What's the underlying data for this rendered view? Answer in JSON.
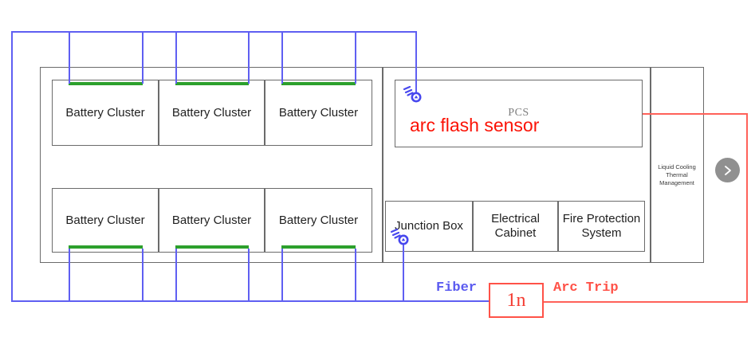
{
  "diagram": {
    "labels": {
      "battery_cluster": "Battery Cluster",
      "pcs": "PCS",
      "arc_flash_sensor": "arc flash sensor",
      "junction_box": "Junction Box",
      "electrical_cabinet": "Electrical Cabinet",
      "fire_protection_system": "Fire Protection System",
      "liquid_cooling": "Liquid Cooling Thermal Management",
      "fiber": "Fiber",
      "arc_trip": "Arc Trip",
      "relay": "1n"
    },
    "icons": {
      "arc_sensor": "arc-flash-sensor-icon",
      "chevron_right": "chevron-right-icon"
    },
    "colors": {
      "wire_blue": "#5f5ff2",
      "wire_red": "#ff6159",
      "busbar_green": "#2ca02c",
      "structure_gray": "#6b6b6b",
      "annotation_red": "#fb1205",
      "pcs_text_gray": "#7d7d7d",
      "chevron_button_gray": "#909090"
    }
  }
}
